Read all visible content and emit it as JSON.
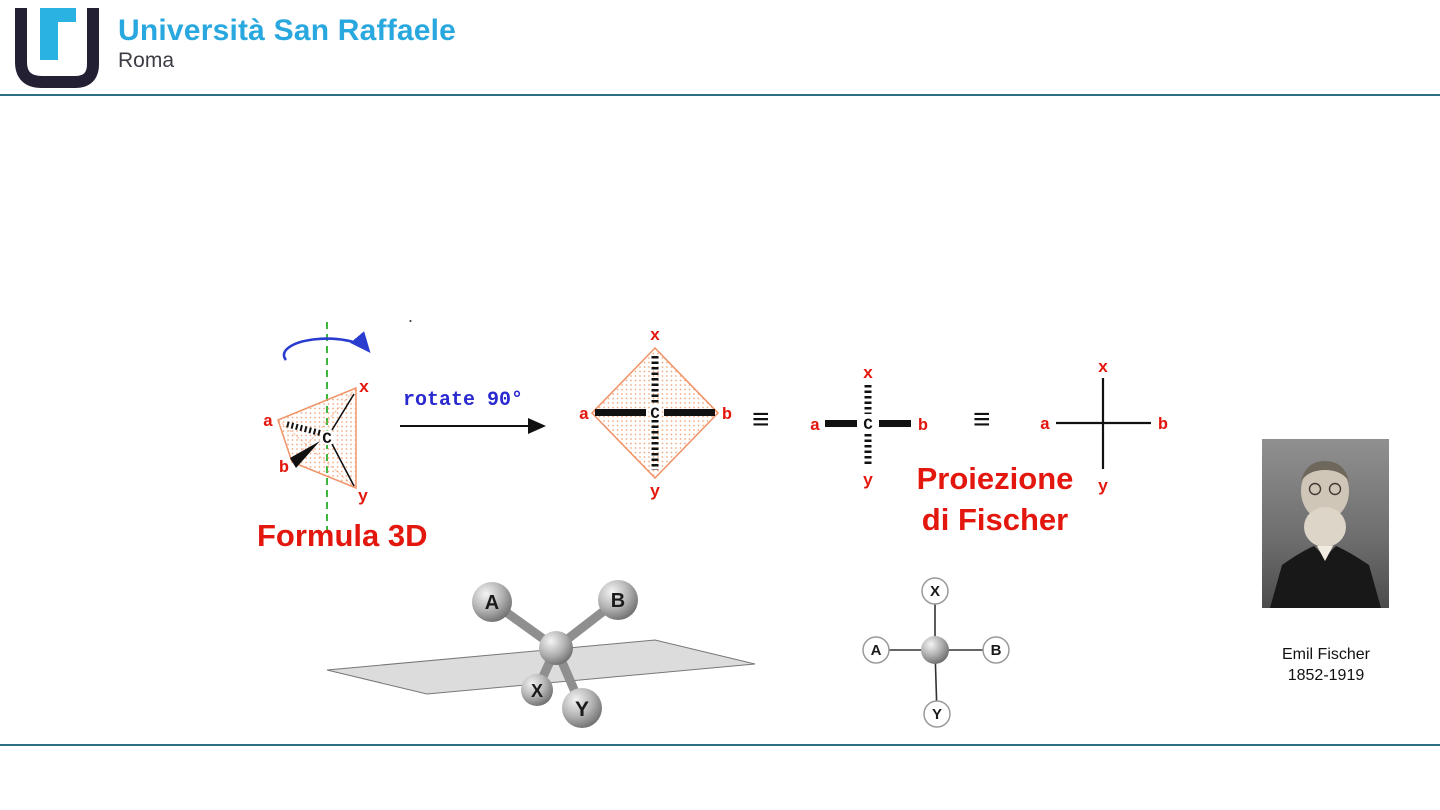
{
  "header": {
    "university": "Università San Raffaele",
    "city": "Roma"
  },
  "labels": {
    "formula_3d": "Formula 3D",
    "rotate": "rotate 90°",
    "equiv": "≡",
    "proiezione_line1": "Proiezione",
    "proiezione_line2": "di Fischer",
    "dot": "."
  },
  "substituents": {
    "a": "a",
    "b": "b",
    "x": "x",
    "y": "y",
    "c": "C"
  },
  "groups": {
    "A": "A",
    "B": "B",
    "X": "X",
    "Y": "Y"
  },
  "portrait": {
    "name": "Emil Fischer",
    "years": "1852-1919"
  },
  "colors": {
    "brand_cyan": "#29a8df",
    "logo_dark": "#232033",
    "label_red": "#e3170d",
    "rotate_blue": "#2a2ad0",
    "tetrahedron_orange": "#f0956a",
    "axis_green": "#3cb93c",
    "divider_teal": "#2a6f83"
  }
}
